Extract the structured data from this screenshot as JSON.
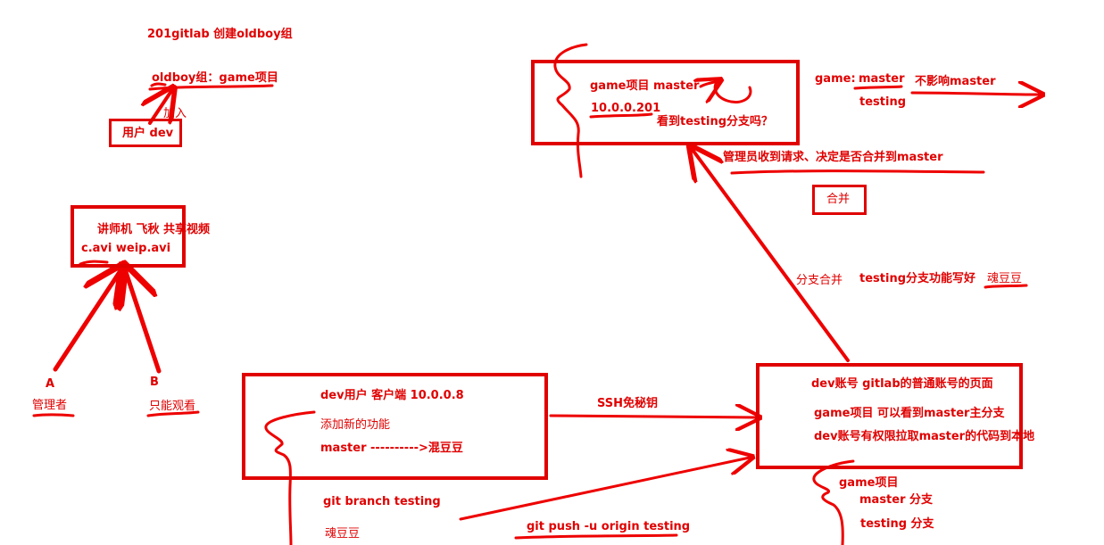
{
  "colors": {
    "ink": "#e00000",
    "background": "#ffffff"
  },
  "top_left": {
    "title": "201gitlab 创建oldboy组",
    "group_project": "oldboy组：game项目",
    "join": "加入",
    "user_dev": "用户 dev"
  },
  "teacher": {
    "line1": "讲师机 飞秋 共享视频",
    "line2": "c.avi   weip.avi",
    "a_label": "A",
    "a_role": "管理者",
    "b_label": "B",
    "b_role": "只能观看"
  },
  "server": {
    "line1": "game项目 master",
    "ip": "10.0.0.201",
    "question": "看到testing分支吗？"
  },
  "branches_right": {
    "prefix": "game:",
    "master": "master",
    "note": "不影响master",
    "testing": "testing"
  },
  "admin": {
    "text": "管理员收到请求、决定是否合并到master",
    "merge_button": "合并"
  },
  "merge_note": {
    "left": "分支合并",
    "mid": "testing分支功能写好",
    "name": "魂豆豆"
  },
  "dev_client": {
    "line1": "dev用户 客户端 10.0.0.8",
    "line2": "添加新的功能",
    "line3": "master ---------->混豆豆"
  },
  "ssh": "SSH免秘钥",
  "dev_gitlab": {
    "line1": "dev账号  gitlab的普通账号的页面",
    "line2": "game项目 可以看到master主分支",
    "line3": "dev账号有权限拉取master的代码到本地"
  },
  "bottom": {
    "branch_cmd": "git branch testing",
    "name": "魂豆豆",
    "push_cmd": "git push -u origin testing",
    "project": "game项目",
    "master_branch": "master 分支",
    "testing_branch": "testing 分支"
  }
}
